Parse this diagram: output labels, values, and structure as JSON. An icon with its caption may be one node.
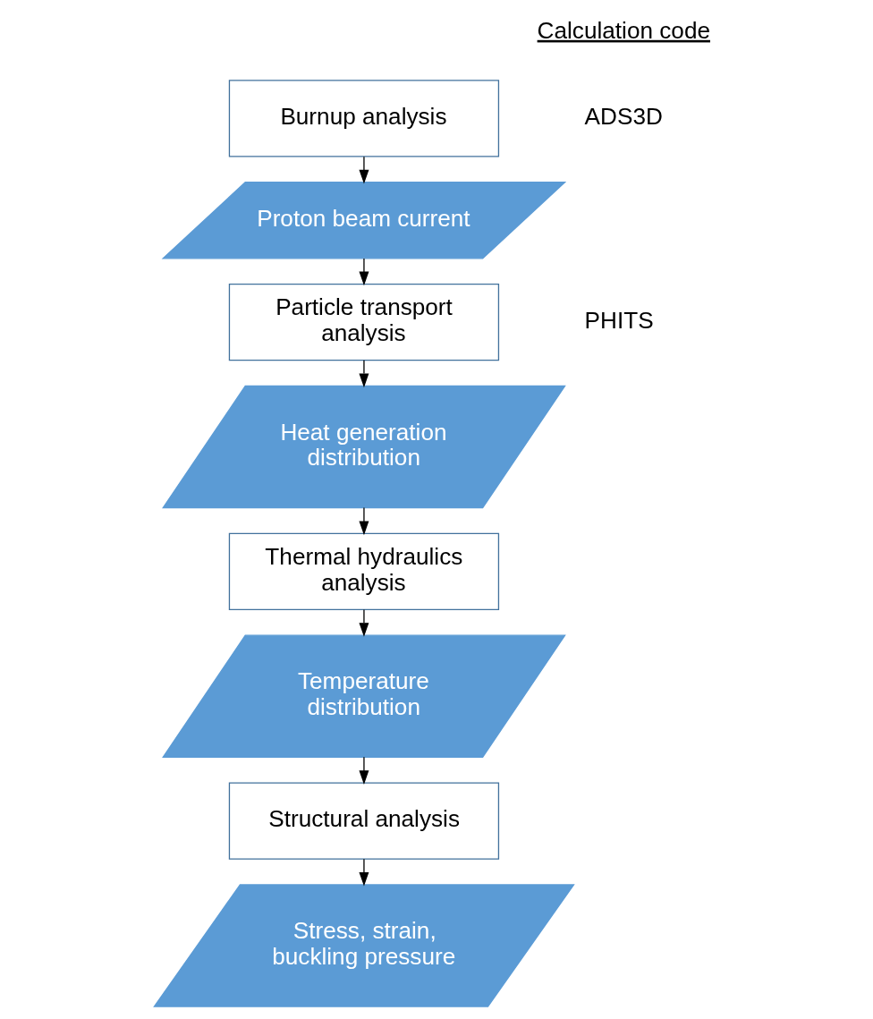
{
  "diagram": {
    "nodes": [
      {
        "text": [
          "Burnup analysis"
        ]
      },
      {
        "text": [
          "Proton beam current"
        ]
      },
      {
        "text": [
          "Particle transport analysis"
        ]
      },
      {
        "text": [
          "Heat generation distribution"
        ]
      },
      {
        "text": [
          "Thermal hydraulics analysis"
        ]
      },
      {
        "text": [
          "Temperature distribution"
        ]
      },
      {
        "text": [
          "Structural analysis"
        ]
      },
      {
        "text": [
          "Stress, strain, buckling pressure"
        ]
      }
    ],
    "edges": [
      {
        "from": 0,
        "to": 1,
        "arrow": "to"
      },
      {
        "from": 1,
        "to": 2,
        "arrow": "to"
      },
      {
        "from": 2,
        "to": 3,
        "arrow": "to"
      },
      {
        "from": 3,
        "to": 4,
        "arrow": "to"
      },
      {
        "from": 4,
        "to": 5,
        "arrow": "to"
      },
      {
        "from": 5,
        "to": 6,
        "arrow": "to"
      },
      {
        "from": 6,
        "to": 7,
        "arrow": "to"
      }
    ],
    "labels": [
      "Calculation code",
      "ADS3D",
      "PHITS"
    ]
  }
}
